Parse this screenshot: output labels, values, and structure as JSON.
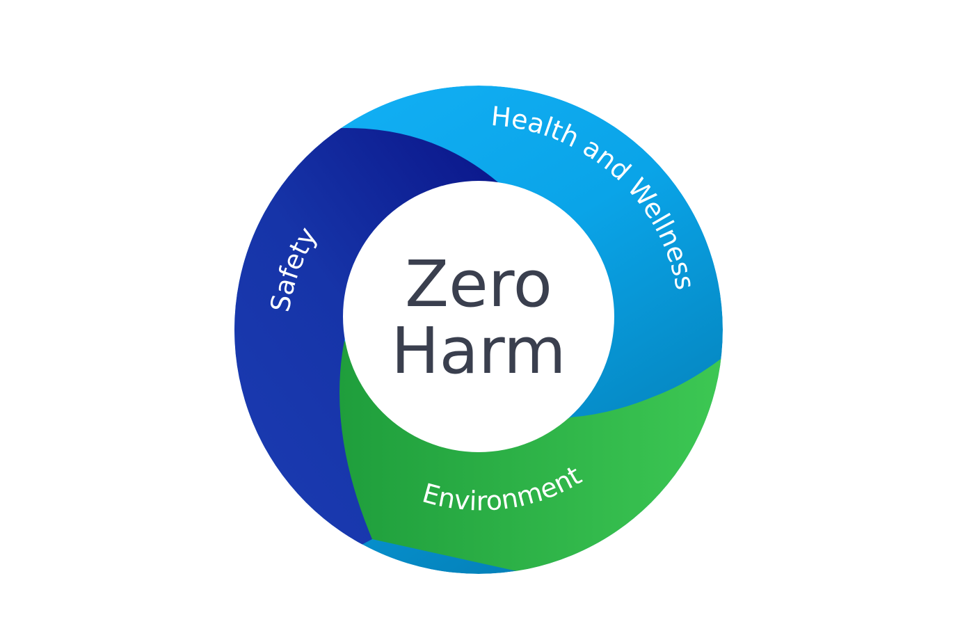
{
  "center": {
    "line1": "Zero",
    "line2": "Harm"
  },
  "segments": [
    {
      "label": "Safety",
      "color_start": "#0a1a8c",
      "color_end": "#1e40b8"
    },
    {
      "label": "Health and Wellness",
      "color_start": "#12b0f5",
      "color_end": "#0580ba"
    },
    {
      "label": "Environment",
      "color_start": "#1e9e3a",
      "color_end": "#3cc954"
    }
  ],
  "colors": {
    "text_center": "#3a3f4e",
    "label_text": "#ffffff",
    "background": "#ffffff"
  }
}
